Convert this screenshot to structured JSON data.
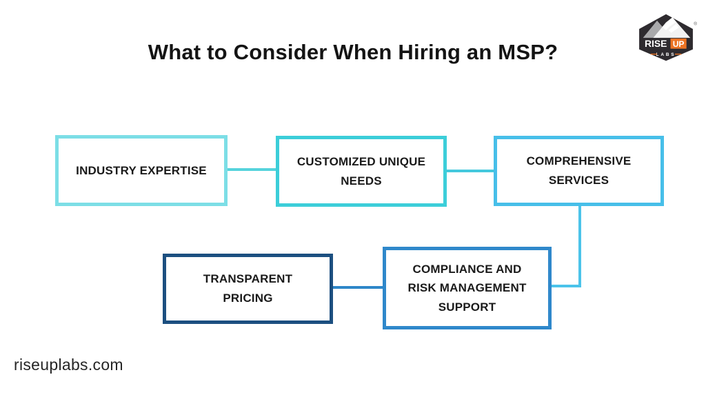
{
  "page": {
    "title": "What to Consider When Hiring an MSP?",
    "footer_url": "riseuplabs.com",
    "background_color": "#ffffff",
    "title_color": "#141414"
  },
  "logo": {
    "name": "Rise Up Labs logo",
    "word1": "RISE",
    "word2": "UP",
    "word3": "LABS",
    "registered_mark": "®",
    "colors": {
      "badge": "#2e2b2f",
      "accent_orange": "#ed7424",
      "mountain_light": "#f2f2f2",
      "mountain_shade": "#a9a9ab",
      "text": "#ffffff"
    }
  },
  "diagram": {
    "text_color": "#1a1a1a",
    "boxes": [
      {
        "id": "industry-expertise",
        "label": "INDUSTRY EXPERTISE",
        "border_color": "#7cdee6"
      },
      {
        "id": "customized-unique-needs",
        "label": "CUSTOMIZED UNIQUE NEEDS",
        "border_color": "#3cced9"
      },
      {
        "id": "comprehensive-services",
        "label": "COMPREHENSIVE SERVICES",
        "border_color": "#47bfe9"
      },
      {
        "id": "transparent-pricing",
        "label": "TRANSPARENT PRICING",
        "border_color": "#1c4f80"
      },
      {
        "id": "compliance-risk",
        "label": "COMPLIANCE AND RISK MANAGEMENT SUPPORT",
        "border_color": "#2f88cb"
      }
    ],
    "connectors": [
      {
        "id": "industry-to-customized",
        "color": "#55d3dc"
      },
      {
        "id": "customized-to-comprehensive",
        "color": "#44c8dd"
      },
      {
        "id": "comprehensive-to-compliance",
        "color": "#4bc3ea"
      },
      {
        "id": "transparent-to-compliance",
        "color": "#2e87c9"
      }
    ]
  }
}
